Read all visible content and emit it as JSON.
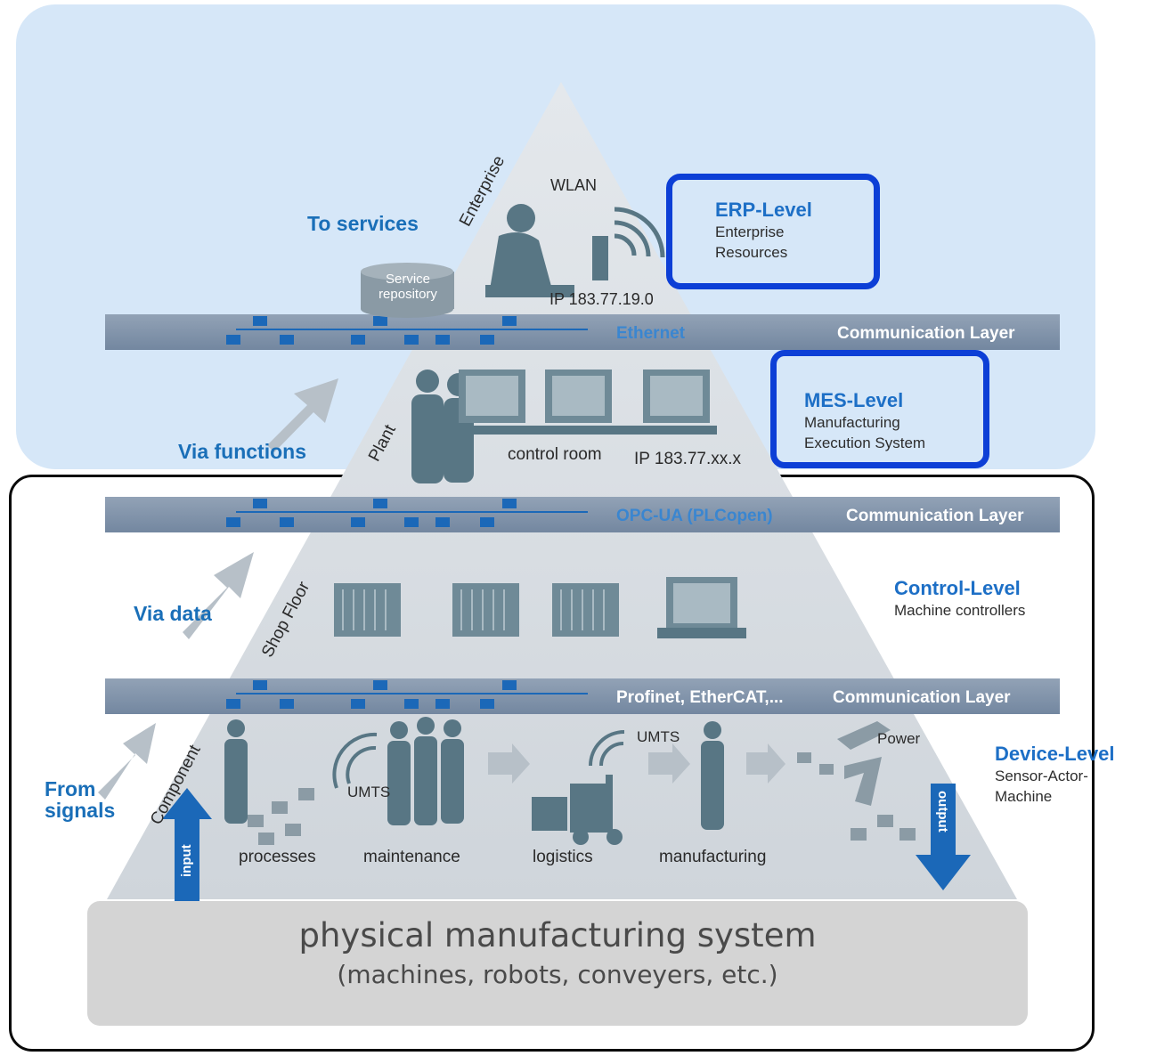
{
  "left_labels": {
    "to_services": "To services",
    "via_functions": "Via functions",
    "via_data": "Via data",
    "from_signals_line1": "From",
    "from_signals_line2": "signals"
  },
  "pyramid": {
    "enterprise": "Enterprise",
    "plant": "Plant",
    "shop_floor": "Shop Floor",
    "component": "Component",
    "wlan": "WLAN",
    "service_repo_line1": "Service",
    "service_repo_line2": "repository",
    "ip_enterprise": "IP 183.77.19.0",
    "control_room": "control room",
    "ip_plant": "IP 183.77.xx.x",
    "umts_a": "UMTS",
    "umts_b": "UMTS",
    "power": "Power",
    "input": "input",
    "output": "output",
    "processes": "processes",
    "maintenance": "maintenance",
    "logistics": "logistics",
    "manufacturing": "manufacturing"
  },
  "layers": [
    {
      "protocol": "Ethernet",
      "label": "Communication Layer"
    },
    {
      "protocol": "OPC-UA (PLCopen)",
      "label": "Communication Layer"
    },
    {
      "protocol": "Profinet, EtherCAT,...",
      "label": "Communication Layer"
    }
  ],
  "levels": {
    "erp_title": "ERP-Level",
    "erp_sub1": "Enterprise",
    "erp_sub2": "Resources",
    "mes_title": "MES-Level",
    "mes_sub1": "Manufacturing",
    "mes_sub2": "Execution System",
    "control_title": "Control-Level",
    "control_sub": "Machine controllers",
    "device_title": "Device-Level",
    "device_sub1": "Sensor-Actor-",
    "device_sub2": "Machine"
  },
  "physical": {
    "title": "physical manufacturing system",
    "subtitle": "(machines, robots, conveyers, etc.)"
  },
  "colors": {
    "top_background": "#d6e7f8",
    "highlight_box": "#0d3fd6",
    "layer_band": "#7d8fa6",
    "pyramid_fill": "#d2d7dc",
    "figure": "#587684",
    "accent_blue": "#1a6fb8"
  }
}
